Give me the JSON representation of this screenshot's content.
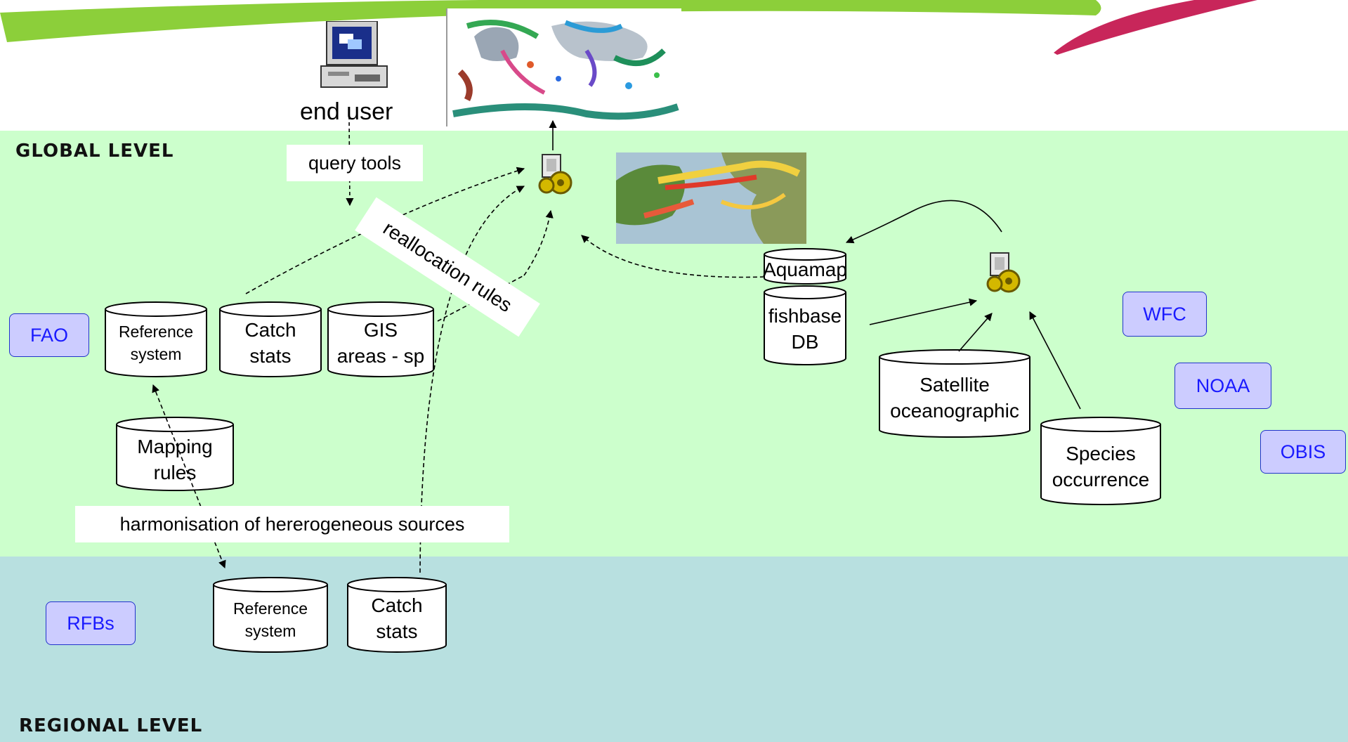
{
  "levels": {
    "global": "GLOBAL LEVEL",
    "regional": "REGIONAL LEVEL"
  },
  "end_user": {
    "label": "end user",
    "icon": "computer-terminal-icon"
  },
  "labels": {
    "query_tools": "query tools",
    "reallocation_rules": "reallocation rules",
    "harmonisation": "harmonisation of hererogeneous sources"
  },
  "organizations": {
    "fao": "FAO",
    "rfbs": "RFBs",
    "wfc": "WFC",
    "noaa": "NOAA",
    "obis": "OBIS"
  },
  "databases": {
    "global_reference_system": [
      "Reference",
      "system"
    ],
    "global_catch_stats": [
      "Catch",
      "stats"
    ],
    "gis_areas": [
      "GIS",
      "areas - sp"
    ],
    "mapping_rules": [
      "Mapping",
      "rules"
    ],
    "aquamap": [
      "Aquamap"
    ],
    "fishbase": [
      "fishbase",
      "DB"
    ],
    "satellite": [
      "Satellite",
      "oceanographic"
    ],
    "species_occurrence": [
      "Species",
      "occurrence"
    ],
    "regional_reference_system": [
      "Reference",
      "system"
    ],
    "regional_catch_stats": [
      "Catch",
      "stats"
    ]
  },
  "colors": {
    "global_band": "#ccffcc",
    "regional_band": "#b8e0e0",
    "org_fill": "#ccccff",
    "org_text": "#1a1aff",
    "swoosh_green": "#8ccf3a",
    "swoosh_magenta": "#c8265a"
  }
}
